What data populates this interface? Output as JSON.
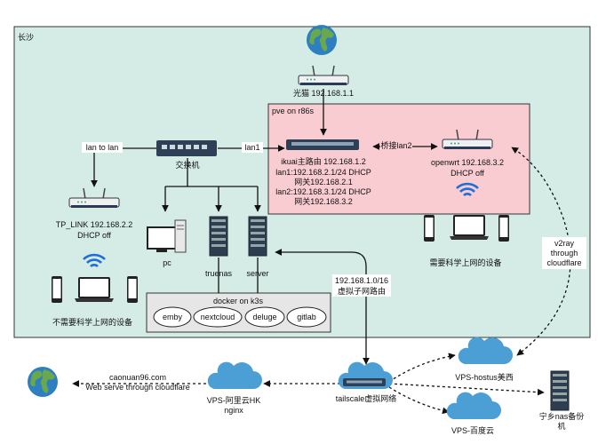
{
  "regions": {
    "changsha": "长沙",
    "pve": "pve on r86s",
    "docker": "docker on k3s"
  },
  "nodes": {
    "modem": "光猫 192.168.1.1",
    "switch": "交换机",
    "ikuai": [
      "ikuai主路由 192.168.1.2",
      "lan1:192.168.2.1/24 DHCP",
      "网关192.168.2.1",
      "lan2:192.168.3.1/24 DHCP",
      "网关192.168.3.2"
    ],
    "openwrt": [
      "openwrt 192.168.3.2",
      "DHCP off"
    ],
    "tplink": [
      "TP_LINK 192.168.2.2",
      "DHCP off"
    ],
    "pc": "pc",
    "truenas": "truenas",
    "server": "server",
    "devices_need": "需要科学上网的设备",
    "devices_no": "不需要科学上网的设备",
    "website": [
      "caonuan96.com",
      "Web serve through cloudflare"
    ],
    "vps_aliyun": [
      "VPS-阿里云HK",
      "nginx"
    ],
    "tailscale": "tailscale虚拟网络",
    "vps_hostus": "VPS-hostus美西",
    "vps_baidu": "VPS-百度云",
    "ningxiang": [
      "宁乡nas备份",
      "机"
    ]
  },
  "edge_labels": {
    "lan_to_lan": "lan to lan",
    "lan1": "lan1",
    "bridge": "桥接lan2",
    "subnet": [
      "192.168.1.0/16",
      "虚拟子网路由"
    ],
    "v2ray": [
      "v2ray",
      "through",
      "cloudflare"
    ]
  },
  "apps": [
    "emby",
    "nextcloud",
    "deluge",
    "gitlab"
  ],
  "colors": {
    "region_fill": "#d5ece6",
    "pve_fill": "#f9ccd1",
    "docker_fill": "#e6e6e6",
    "cloud": "#4b9fd5",
    "wifi": "#1e6fd9"
  }
}
